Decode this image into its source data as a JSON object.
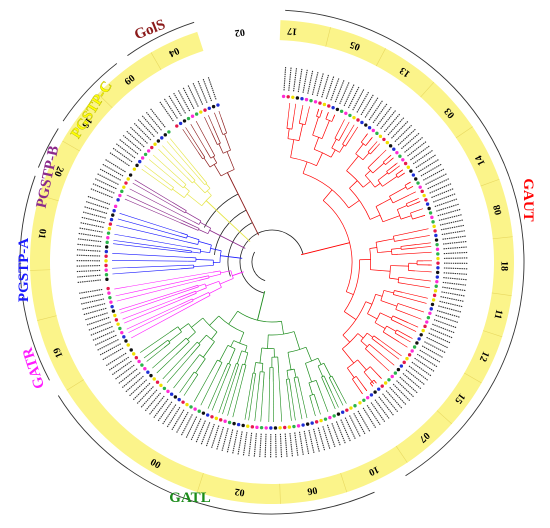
{
  "family_labels": [
    {
      "id": "gols",
      "text": "GolS",
      "color": "#8b1a1a"
    },
    {
      "id": "pgstp-c",
      "text": "PGSTP-C",
      "color": "#ffff00"
    },
    {
      "id": "pgstp-b",
      "text": "PGSTP-B",
      "color": "#8b2a8b"
    },
    {
      "id": "pgstp-a",
      "text": "PGSTP-A",
      "color": "#1a1aff"
    },
    {
      "id": "gatr",
      "text": "GATR",
      "color": "#ff1aff"
    },
    {
      "id": "gatl",
      "text": "GATL",
      "color": "#1a8b1a"
    },
    {
      "id": "gaut",
      "text": "GAUT",
      "color": "#ff0000"
    }
  ],
  "subgroup_labels": [
    {
      "id": "17",
      "text": "17"
    },
    {
      "id": "05",
      "text": "05"
    },
    {
      "id": "13",
      "text": "13"
    },
    {
      "id": "03",
      "text": "03"
    },
    {
      "id": "14",
      "text": "14"
    },
    {
      "id": "08",
      "text": "08"
    },
    {
      "id": "18",
      "text": "18"
    },
    {
      "id": "11",
      "text": "11"
    },
    {
      "id": "12",
      "text": "12"
    },
    {
      "id": "15",
      "text": "15"
    },
    {
      "id": "07",
      "text": "07"
    },
    {
      "id": "10",
      "text": "10"
    },
    {
      "id": "06",
      "text": "06"
    },
    {
      "id": "02b",
      "text": "02"
    },
    {
      "id": "00",
      "text": "00"
    },
    {
      "id": "19",
      "text": "19"
    },
    {
      "id": "01",
      "text": "01"
    },
    {
      "id": "20",
      "text": "20"
    },
    {
      "id": "16",
      "text": "16"
    },
    {
      "id": "09",
      "text": "09"
    },
    {
      "id": "04",
      "text": "04"
    },
    {
      "id": "02a",
      "text": "02"
    }
  ],
  "colors": {
    "band": "#fbf48a",
    "outer_arc": "#333333",
    "dot_palette": [
      "#e6194b",
      "#2bb34a",
      "#1f2fd6",
      "#f0e000",
      "#ff2bd6",
      "#111111"
    ]
  }
}
